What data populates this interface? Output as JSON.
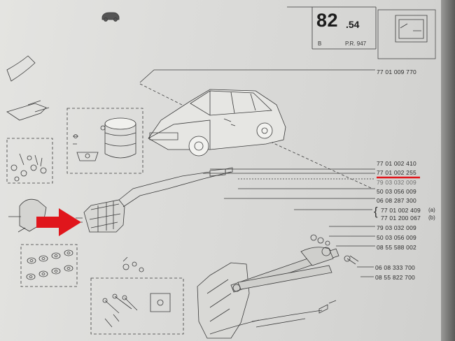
{
  "header": {
    "page_number": "82",
    "page_decimal": ".54",
    "code_left": "B",
    "code_right": "P.R. 947"
  },
  "part_numbers": [
    "77 01 009 770",
    "77 01 002 410",
    "77 01 002 255",
    "79 03 032 009",
    "50 03 056 009",
    "06 08 287 300",
    "77 01 002 409",
    "77 01 200 067",
    "79 03 032 009",
    "50 03 056 009",
    "08 55 588 002",
    "06 08 333 700",
    "08 55 822 700"
  ],
  "notes": {
    "a": "(a)",
    "b": "(b)"
  },
  "colors": {
    "highlight": "#e0161c",
    "ink": "#333333",
    "paper": "#dcdcda"
  },
  "icons": [
    "car-silhouette-icon",
    "arrow-right-icon"
  ]
}
